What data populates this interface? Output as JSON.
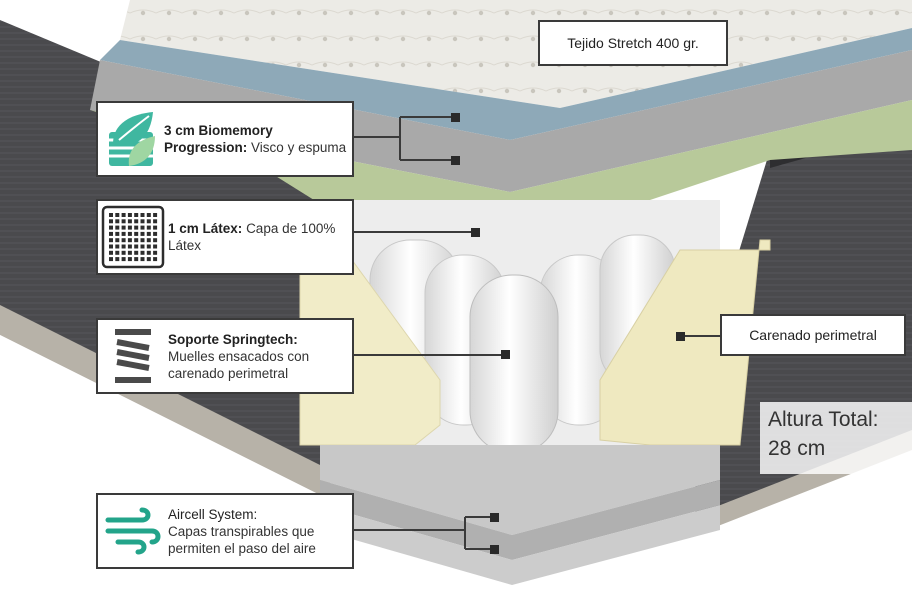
{
  "labels": {
    "top_fabric": "Tejido Stretch 400 gr.",
    "perimeter": "Carenado perimetral"
  },
  "layers": [
    {
      "title": "3 cm Biomemory Progression:",
      "desc": "Visco y espuma",
      "icon": "leaf-icon",
      "icon_color": "#3fb7a0"
    },
    {
      "title": "1 cm Látex:",
      "desc": "Capa de 100% Látex",
      "icon": "grid-pattern-icon",
      "icon_color": "#2d2d2d"
    },
    {
      "title": "Soporte Springtech:",
      "desc": "Muelles ensacados con carenado perimetral",
      "icon": "spring-icon",
      "icon_color": "#4a4a4a"
    },
    {
      "title": "Aircell System:",
      "desc": "Capas transpirables que permiten el paso del aire",
      "icon": "airflow-icon",
      "icon_color": "#23a48a"
    }
  ],
  "total_height": {
    "label": "Altura Total:",
    "value": "28 cm"
  },
  "colors": {
    "border": "#3a3a3a",
    "visco_layer": "#8ea9b8",
    "latex_layer": "#b8c99a",
    "foam_edge": "#f1ecc8",
    "side_fabric": "#4a4a4d"
  }
}
